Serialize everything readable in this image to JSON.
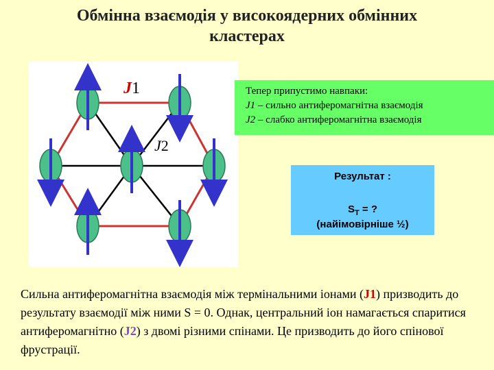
{
  "title": {
    "line1": "Обмінна взаємодія у високоядерних обмінних",
    "line2": "кластерах"
  },
  "diagram": {
    "label_j1": {
      "letter": "J",
      "num": "1"
    },
    "label_j2": {
      "letter": "J",
      "num": "2"
    },
    "colors": {
      "ion_fill": "#4cc08a",
      "ion_stroke": "#2a7a55",
      "bond_strong": "#cc3333",
      "bond_weak": "#000000",
      "arrow": "#3333cc"
    },
    "spins": [
      {
        "ion": "top-left",
        "direction": "up"
      },
      {
        "ion": "top-right",
        "direction": "down"
      },
      {
        "ion": "mid-left",
        "direction": "down"
      },
      {
        "ion": "center",
        "direction": "up"
      },
      {
        "ion": "mid-right",
        "direction": "down"
      },
      {
        "ion": "bottom-left",
        "direction": "up"
      },
      {
        "ion": "bottom-right",
        "direction": "down"
      }
    ]
  },
  "info": {
    "line1": "Тепер припустимо навпаки:",
    "line2_label": "J1",
    "line2_text": " – сильно антиферомагнітна взаємодія",
    "line3_label": "J2",
    "line3_text": " – слабко антиферомагнітна взаємодія"
  },
  "result": {
    "title": "Результат :",
    "s": "S",
    "sub": "T",
    "eq": " = ?",
    "note": "(найімовірніше ½)"
  },
  "body": {
    "part1": "Сильна антиферомагнітна взаємодія між термінальними іонами (",
    "j1": "J1",
    "part2": ") призводить до результату взаємодії між ними S = 0. Однак, центральний іон намагається спаритися антиферомагнітно (",
    "j2": "J2",
    "part3": ") з двомі різними спінами. Це призводить до його спінової фрустрації."
  }
}
